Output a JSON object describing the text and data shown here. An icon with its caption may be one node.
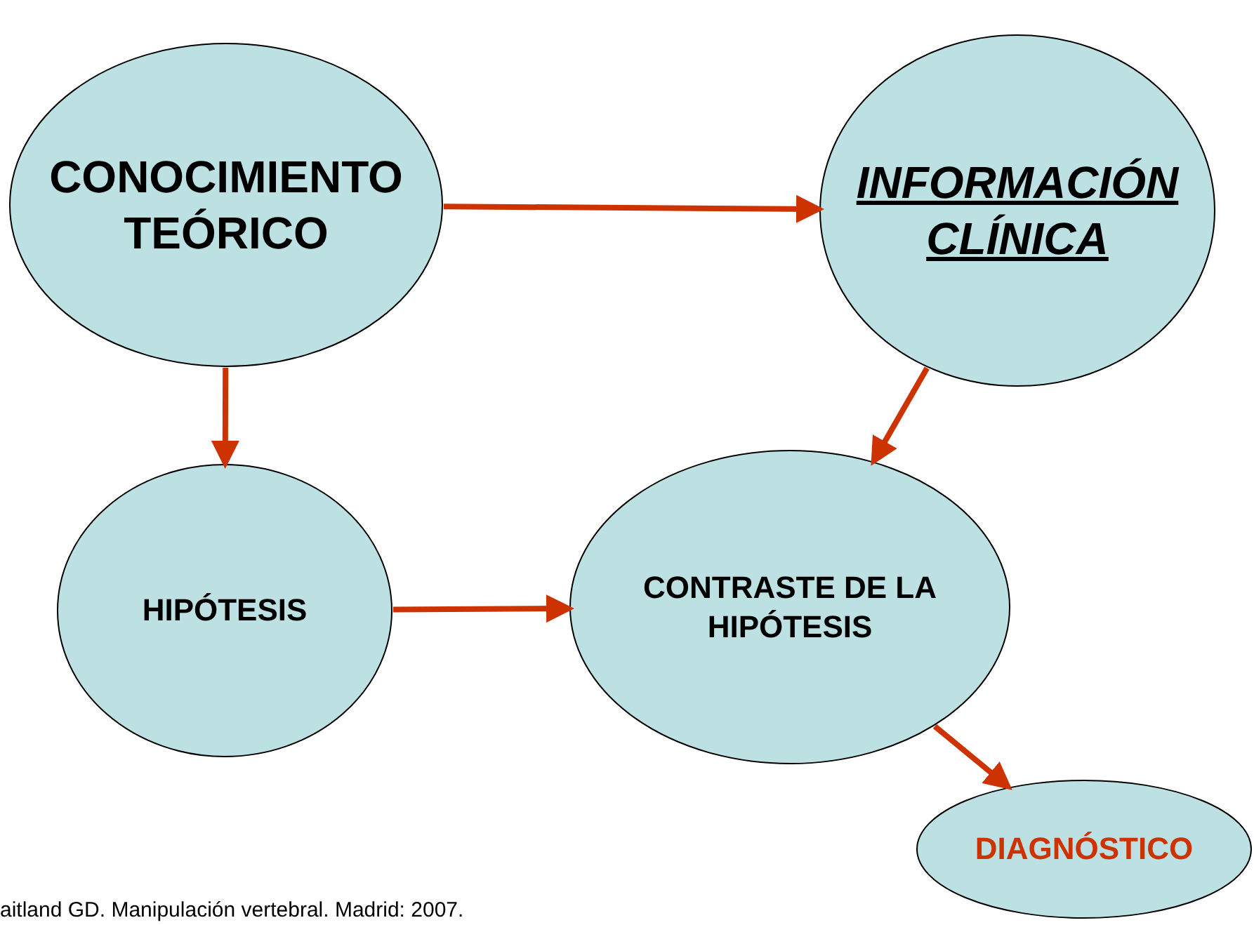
{
  "diagram": {
    "nodes": [
      {
        "text": [
          "CONOCIMIENTO TEÓRICO"
        ]
      },
      {
        "text": [
          "INFORMACIÓN CLÍNICA"
        ]
      },
      {
        "text": [
          "HIPÓTESIS"
        ]
      },
      {
        "text": [
          "CONTRASTE DE LA HIPÓTESIS"
        ]
      },
      {
        "text": [
          "DIAGNÓSTICO"
        ]
      }
    ],
    "edges": [
      {
        "from": 0,
        "to": 1,
        "arrow": "to"
      },
      {
        "from": 0,
        "to": 2,
        "arrow": "to"
      },
      {
        "from": 1,
        "to": 3,
        "arrow": "to"
      },
      {
        "from": 2,
        "to": 3,
        "arrow": "to"
      },
      {
        "from": 3,
        "to": 4,
        "arrow": "to"
      }
    ],
    "labels": [
      "aitland GD. Manipulación vertebral. Madrid: 2007."
    ]
  }
}
